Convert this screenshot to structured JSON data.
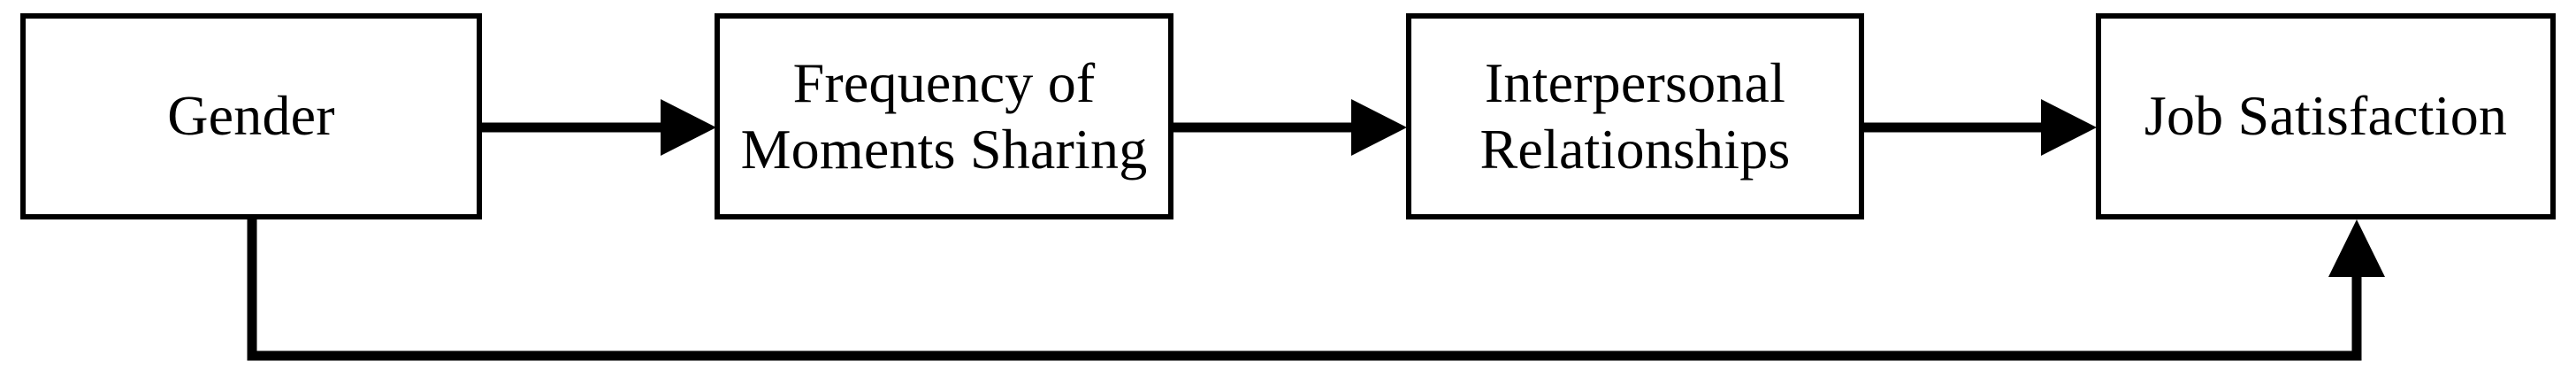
{
  "diagram": {
    "title": "Gender to Job Satisfaction mediation model",
    "background_color": "#FFFFFF",
    "line_color": "#000000",
    "nodes": [
      {
        "id": "gender",
        "label": "Gender"
      },
      {
        "id": "frequency",
        "label": "Frequency of\nMoments Sharing"
      },
      {
        "id": "interpersonal",
        "label": "Interpersonal\nRelationships"
      },
      {
        "id": "jobsat",
        "label": "Job Satisfaction"
      }
    ],
    "edges": [
      {
        "id": "edge-gender-frequency",
        "from": "gender",
        "to": "frequency",
        "label": "",
        "style": "solid-arrow"
      },
      {
        "id": "edge-frequency-interpersonal",
        "from": "frequency",
        "to": "interpersonal",
        "label": "",
        "style": "solid-arrow"
      },
      {
        "id": "edge-interpersonal-jobsat",
        "from": "interpersonal",
        "to": "jobsat",
        "label": "",
        "style": "solid-arrow"
      },
      {
        "id": "edge-gender-jobsat-direct",
        "from": "gender",
        "to": "jobsat",
        "label": "",
        "style": "solid-arrow-elbow"
      }
    ]
  }
}
